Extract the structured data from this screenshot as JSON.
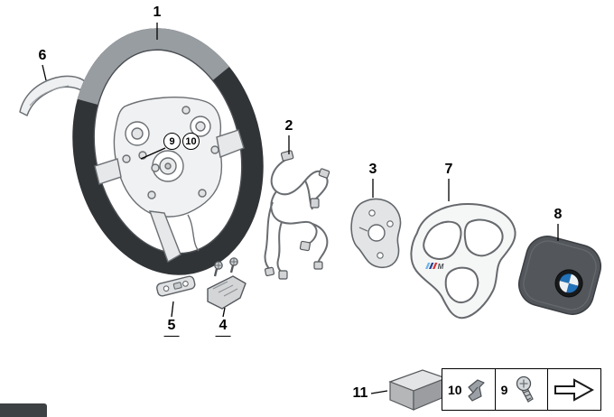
{
  "callouts": [
    {
      "id": "1",
      "label": "1"
    },
    {
      "id": "2",
      "label": "2"
    },
    {
      "id": "3",
      "label": "3"
    },
    {
      "id": "4",
      "label": "4"
    },
    {
      "id": "5",
      "label": "5"
    },
    {
      "id": "6",
      "label": "6"
    },
    {
      "id": "7",
      "label": "7"
    },
    {
      "id": "8",
      "label": "8"
    },
    {
      "id": "11",
      "label": "11"
    }
  ],
  "hotspots": [
    {
      "label": "9"
    },
    {
      "label": "10"
    }
  ],
  "legend": {
    "cells": [
      {
        "label": "10",
        "icon": "clip-icon"
      },
      {
        "label": "9",
        "icon": "screw-icon"
      },
      {
        "label": "",
        "icon": "arrow-icon"
      }
    ]
  },
  "badges": {
    "m": "M"
  },
  "colors": {
    "rim_dark": "#313437",
    "rim_light": "#989DA2",
    "line_art": "#6B6F73",
    "airbag_gray": "#53575C",
    "bmw_blue": "#2272B9"
  }
}
